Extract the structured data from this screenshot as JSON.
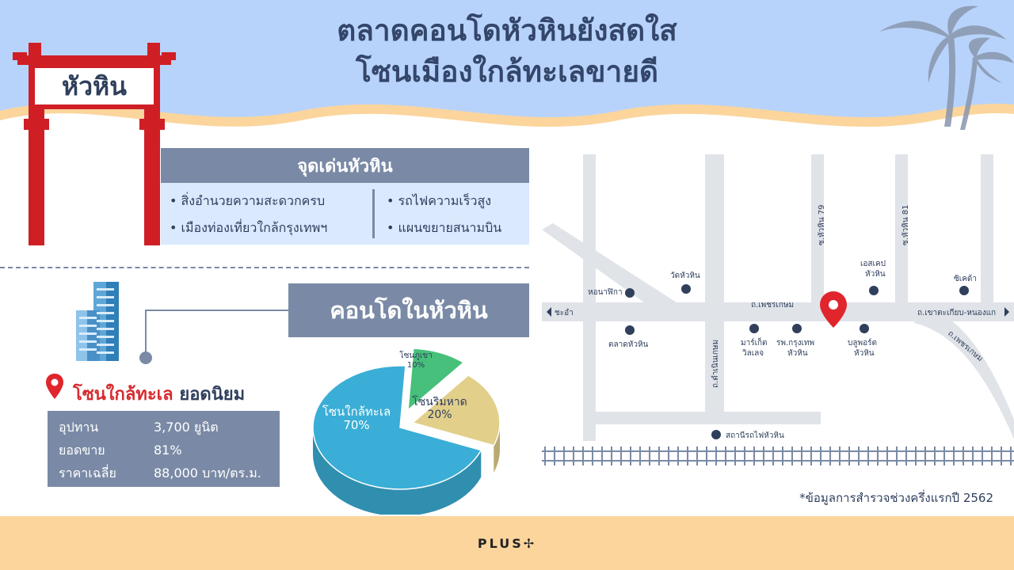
{
  "title": {
    "line1": "ตลาดคอนโดหัวหินยังสดใส",
    "line2": "โซนเมืองใกล้ทะเลขายดี"
  },
  "gate_sign": "หัวหิน",
  "highlights": {
    "heading": "จุดเด่นหัวหิน",
    "items_left": [
      "สิ่งอำนวยความสะดวกครบ",
      "เมืองท่องเที่ยวใกล้กรุงเทพฯ"
    ],
    "items_right": [
      "รถไฟความเร็วสูง",
      "แผนขยายสนามบิน"
    ]
  },
  "condo_heading": "คอนโดในหัวหิน",
  "popular_zone": {
    "zone": "โซนใกล้ทะเล",
    "tag": "ยอดนิยม"
  },
  "stats": [
    {
      "label": "อุปทาน",
      "value": "3,700 ยูนิต"
    },
    {
      "label": "ยอดขาย",
      "value": "81%"
    },
    {
      "label": "ราคาเฉลี่ย",
      "value": "88,000 บาท/ตร.ม."
    }
  ],
  "chart_data": {
    "type": "pie",
    "slices": [
      {
        "label": "โซนใกล้ทะเล",
        "value": 70,
        "value_label": "70%",
        "color": "#3aaed6"
      },
      {
        "label": "โซนภูเขา",
        "value": 10,
        "value_label": "10%",
        "color": "#46c07a"
      },
      {
        "label": "โซนริมหาด",
        "value": 20,
        "value_label": "20%",
        "color": "#e2cf8a"
      }
    ]
  },
  "map": {
    "roads": {
      "phetkasem": "ถ.เพชรเกษม",
      "khaotakiab": "ถ.เขาตะเกียบ-หนองแก",
      "chaam": "ชะอำ",
      "soi79": "ซ.หัวหิน 79",
      "soi81": "ซ.หัวหิน 81",
      "damnoenkasem": "ถ.ดำเนินเกษม",
      "phetkasem_diag": "ถ.เพชรเกษม"
    },
    "places": {
      "clock_tower": "หอนาฬิกา",
      "wat": "วัดหัวหิน",
      "market": "ตลาดหัวหิน",
      "market_village_1": "มาร์เก็ต",
      "market_village_2": "วิลเลจ",
      "hospital_1": "รพ.กรุงเทพ",
      "hospital_2": "หัวหิน",
      "bluport_1": "บลูพอร์ต",
      "bluport_2": "หัวหิน",
      "escape_1": "เอสเคป",
      "escape_2": "หัวหิน",
      "cicada": "ซิเคด้า",
      "station": "สถานีรถไฟหัวหิน"
    },
    "note": "*ข้อมูลการสำรวจช่วงครึ่งแรกปี 2562"
  },
  "footer": "PLUS✢",
  "colors": {
    "sky": "#b8d3fb",
    "sand": "#fbd59c",
    "panel": "#7a8aa6",
    "gate_red": "#cf1f25",
    "pin_red": "#e0262c"
  }
}
